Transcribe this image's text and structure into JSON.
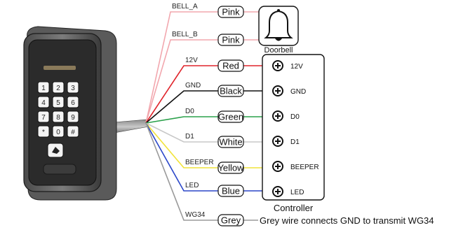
{
  "keypad_keys": [
    "1",
    "2",
    "3",
    "4",
    "5",
    "6",
    "7",
    "8",
    "9",
    "*",
    "0",
    "#"
  ],
  "wires": [
    {
      "label": "BELL_A",
      "pill": "Pink",
      "color": "#f2a7ae"
    },
    {
      "label": "BELL_B",
      "pill": "Pink",
      "color": "#f2a7ae"
    },
    {
      "label": "12V",
      "pill": "Red",
      "color": "#e0242b"
    },
    {
      "label": "GND",
      "pill": "Black",
      "color": "#111111"
    },
    {
      "label": "D0",
      "pill": "Green",
      "color": "#2aa04a"
    },
    {
      "label": "D1",
      "pill": "White",
      "color": "#c8c8c8"
    },
    {
      "label": "BEEPER",
      "pill": "Yellow",
      "color": "#f1e33a"
    },
    {
      "label": "LED",
      "pill": "Blue",
      "color": "#2b47c9"
    },
    {
      "label": "WG34",
      "pill": "Grey",
      "color": "#9a9a9a"
    }
  ],
  "terminals": [
    "12V",
    "GND",
    "D0",
    "D1",
    "BEEPER",
    "LED"
  ],
  "doorbell_label": "Doorbell",
  "controller_label": "Controller",
  "grey_note": "Grey wire connects GND to transmit WG34"
}
